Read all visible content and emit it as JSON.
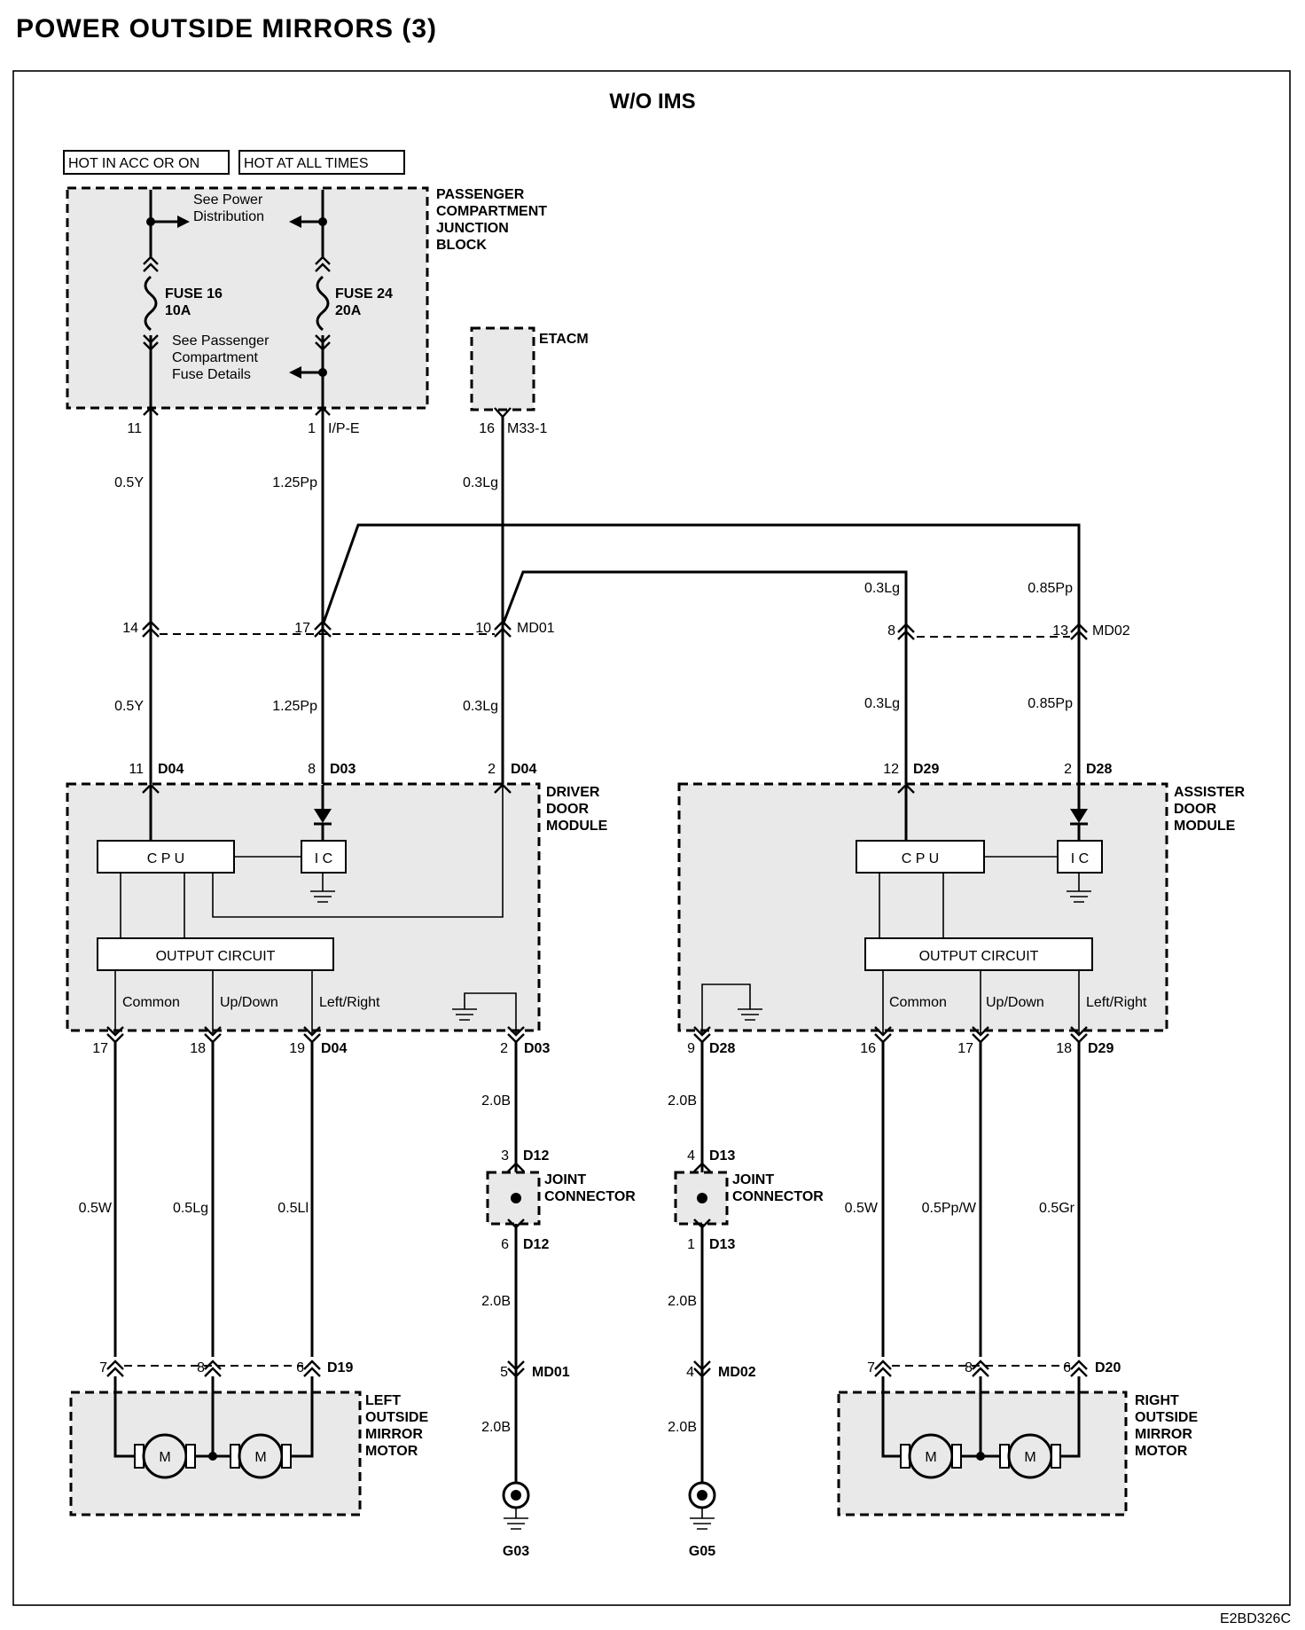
{
  "title": "POWER OUTSIDE MIRRORS (3)",
  "subtitle": "W/O IMS",
  "code": "E2BD326C",
  "hot_labels": [
    "HOT IN ACC OR ON",
    "HOT AT ALL TIMES"
  ],
  "blocks": {
    "junction_block": [
      "PASSENGER",
      "COMPARTMENT",
      "JUNCTION",
      "BLOCK"
    ],
    "etacm": "ETACM",
    "driver_module": [
      "DRIVER",
      "DOOR",
      "MODULE"
    ],
    "assister_module": [
      "ASSISTER",
      "DOOR",
      "MODULE"
    ],
    "left_motor": [
      "LEFT",
      "OUTSIDE",
      "MIRROR",
      "MOTOR"
    ],
    "right_motor": [
      "RIGHT",
      "OUTSIDE",
      "MIRROR",
      "MOTOR"
    ],
    "joint_connector": [
      "JOINT",
      "CONNECTOR"
    ]
  },
  "junction_notes": {
    "power_dist": [
      "See Power",
      "Distribution"
    ],
    "fuse_details": [
      "See Passenger",
      "Compartment",
      "Fuse Details"
    ],
    "fuse16": [
      "FUSE 16",
      "10A"
    ],
    "fuse24": [
      "FUSE 24",
      "20A"
    ]
  },
  "module_parts": {
    "cpu": "C P U",
    "ic": "I C",
    "output": "OUTPUT CIRCUIT",
    "common": "Common",
    "updown": "Up/Down",
    "leftright": "Left/Right",
    "motor": "M"
  },
  "pins": {
    "jb11": "11",
    "jb1": "1",
    "ipe": "I/P-E",
    "e16": "16",
    "m331": "M33-1",
    "p14": "14",
    "p17": "17",
    "p10": "10",
    "md01": "MD01",
    "p8": "8",
    "p13": "13",
    "md02": "MD02",
    "d11": "11",
    "d04a": "D04",
    "d8": "8",
    "d03a": "D03",
    "d2": "2",
    "d04b": "D04",
    "a12": "12",
    "d29a": "D29",
    "a2": "2",
    "d28a": "D28",
    "o17": "17",
    "o18": "18",
    "o19": "19",
    "d04c": "D04",
    "g2": "2",
    "d03b": "D03",
    "g9": "9",
    "d28b": "D28",
    "r16": "16",
    "r17": "17",
    "r18": "18",
    "d29b": "D29",
    "j3": "3",
    "d12a": "D12",
    "j6": "6",
    "d12b": "D12",
    "j4": "4",
    "d13a": "D13",
    "j1": "1",
    "d13b": "D13",
    "g5": "5",
    "md01b": "MD01",
    "g4": "4",
    "md02b": "MD02",
    "m7": "7",
    "m8": "8",
    "m6": "6",
    "d19": "D19",
    "n7": "7",
    "n8": "8",
    "n6": "6",
    "d20": "D20"
  },
  "wires": {
    "w05y_a": "0.5Y",
    "w125pp_a": "1.25Pp",
    "w03lg_a": "0.3Lg",
    "w03lg_r1": "0.3Lg",
    "w085pp_r1": "0.85Pp",
    "w05y_b": "0.5Y",
    "w125pp_b": "1.25Pp",
    "w03lg_b": "0.3Lg",
    "w03lg_r2": "0.3Lg",
    "w085pp_r2": "0.85Pp",
    "w20b_1": "2.0B",
    "w20b_2": "2.0B",
    "w20b_3": "2.0B",
    "w20b_4": "2.0B",
    "w20b_5": "2.0B",
    "w20b_6": "2.0B",
    "w05w_l": "0.5W",
    "w05lg": "0.5Lg",
    "w05ll": "0.5Ll",
    "w05w_r": "0.5W",
    "w05ppw": "0.5Pp/W",
    "w05gr": "0.5Gr"
  },
  "grounds": {
    "g03": "G03",
    "g05": "G05"
  }
}
